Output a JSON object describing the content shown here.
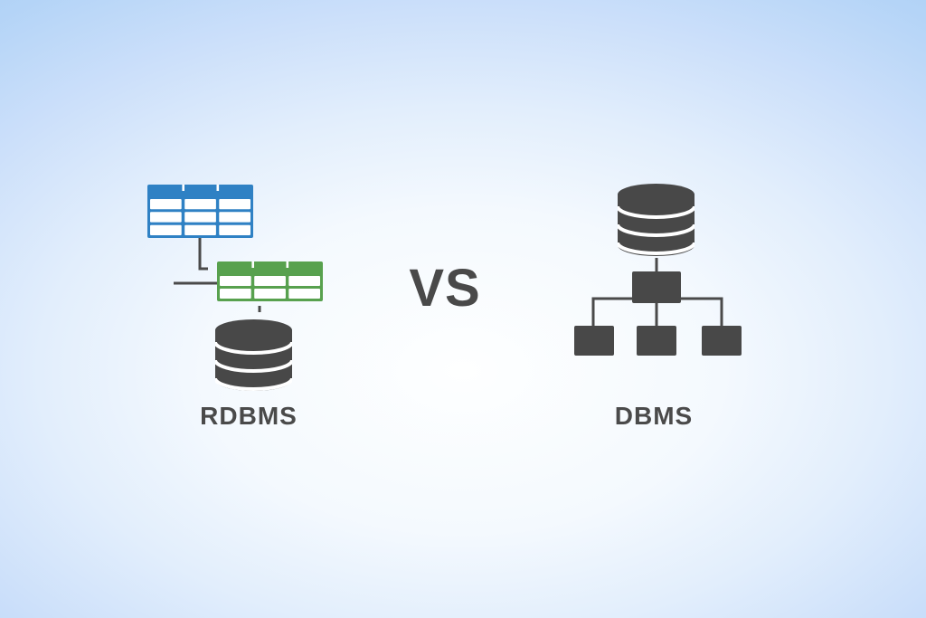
{
  "comparison": {
    "vs_label": "VS",
    "left": {
      "label": "RDBMS",
      "icons": [
        "table-blue-icon",
        "table-green-icon",
        "database-cylinder-icon"
      ]
    },
    "right": {
      "label": "DBMS",
      "icons": [
        "database-cylinder-icon",
        "org-hierarchy-icon"
      ]
    }
  },
  "colors": {
    "background_center": "#fdfeff",
    "background_edge": "#adcff4",
    "table_blue": "#2f81c4",
    "table_green": "#58a14e",
    "icon_dark": "#484848",
    "connector_dark": "#4a4a4a",
    "cell_white": "#ffffff",
    "text": "#4a4a4a"
  }
}
